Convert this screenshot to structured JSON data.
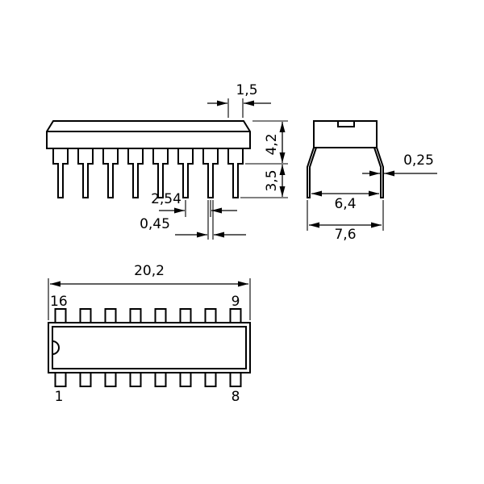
{
  "side_view": {
    "shoulder_width": "1,5",
    "body_height": "4,2",
    "lead_length": "3,5",
    "pin_pitch": "2,54",
    "lead_tip_width": "0,45"
  },
  "end_view": {
    "lead_thickness": "0,25",
    "body_width": "6,4",
    "lead_spread": "7,6"
  },
  "top_view": {
    "body_length": "20,2",
    "pins": {
      "top_left": "16",
      "top_right": "9",
      "bottom_left": "1",
      "bottom_right": "8"
    }
  },
  "colors": {
    "line": "#000000",
    "background": "#ffffff"
  }
}
